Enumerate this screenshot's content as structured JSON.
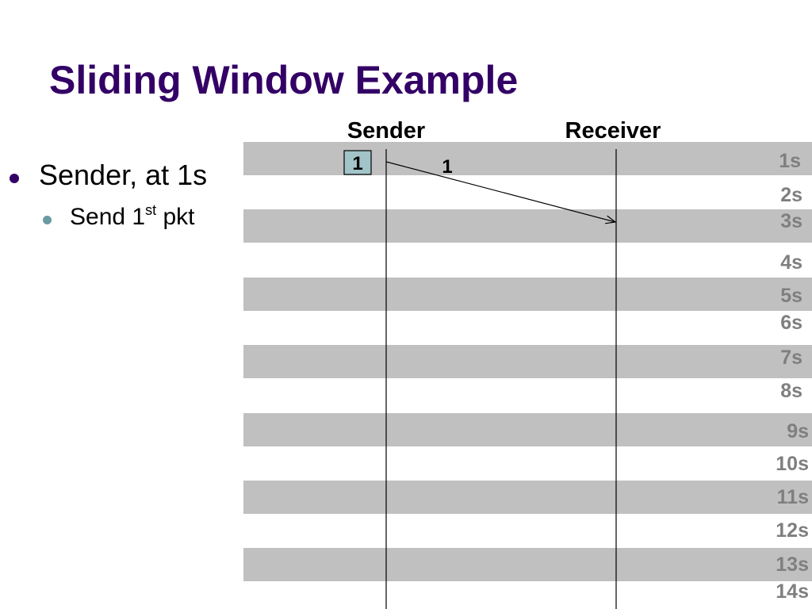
{
  "slide": {
    "title": "Sliding Window Example"
  },
  "bullets": {
    "level1": "Sender, at 1s",
    "level2_main": "Send 1",
    "level2_sup": "st",
    "level2_tail": " pkt"
  },
  "diagram": {
    "sender_label": "Sender",
    "receiver_label": "Receiver",
    "time_labels": [
      "1s",
      "2s",
      "3s",
      "4s",
      "5s",
      "6s",
      "7s",
      "8s",
      "9s",
      "10s",
      "11s",
      "12s",
      "13s",
      "14s"
    ],
    "packet_box_label": "1",
    "packet_label": "1",
    "colors": {
      "title": "#330066",
      "band": "#c0c0c0",
      "time_label": "#7f7f7f",
      "packet_box_fill": "#a2c4c9",
      "bullet_level1": "#330066",
      "bullet_level2": "#6a9aa2"
    }
  }
}
